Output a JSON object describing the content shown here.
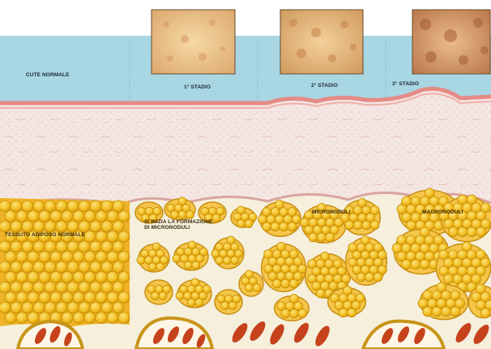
{
  "labels": {
    "normal_skin": "CUTE NORMALE",
    "stage_1": "1° STADIO",
    "stage_2": "2° STADIO",
    "stage_3": "3° STADIO",
    "normal_fat": "TESSUTO ADIPOSO NORMALE",
    "micronodule_formation_line1": "SI INIZIA LA FORMAZIONE",
    "micronodule_formation_line2": "DI MICRONODULI",
    "micronodules": "MICRONODULI",
    "macronodules": "MACRONODULI"
  },
  "colors": {
    "surface_band": "#a8d6e3",
    "epidermis": "#e58b86",
    "dermis": "#f4e4e2",
    "fat_cell": "#f2bd1f",
    "fat_cell_edge": "#c9900a",
    "vessel": "#c6421c"
  }
}
